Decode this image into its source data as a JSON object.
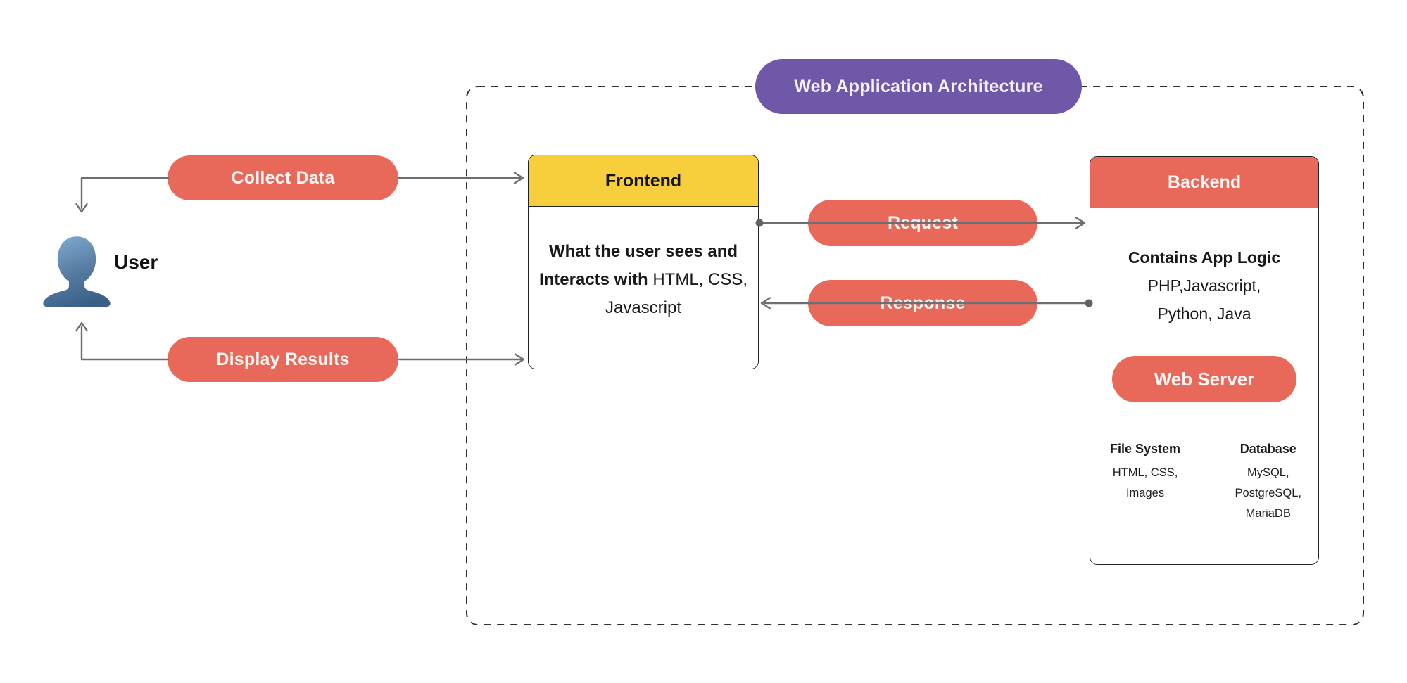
{
  "title": {
    "label": "Web Application Architecture"
  },
  "colors": {
    "coral": "#E8695A",
    "yellow": "#F7CE3C",
    "purple": "#6E58A7",
    "arrow_gray": "#6A6F74",
    "user_icon_blue_top": "#7FA9CF",
    "user_icon_blue_bottom": "#3A5F86"
  },
  "user": {
    "label": "User",
    "icon": "user-silhouette-icon"
  },
  "flows": {
    "collect_data": "Collect Data",
    "display_results": "Display Results",
    "request": "Request",
    "response": "Response"
  },
  "frontend": {
    "title": "Frontend",
    "description_bold": "What the user sees and Interacts with",
    "description_regular": "HTML, CSS, Javascript"
  },
  "backend": {
    "title": "Backend",
    "logic_title": "Contains App Logic",
    "logic_lines": [
      "PHP,Javascript,",
      "Python, Java"
    ],
    "web_server": "Web Server",
    "file_system": {
      "title": "File System",
      "items": [
        "HTML, CSS,",
        "Images"
      ]
    },
    "database": {
      "title": "Database",
      "items": [
        "MySQL,",
        "PostgreSQL,",
        "MariaDB"
      ]
    }
  }
}
